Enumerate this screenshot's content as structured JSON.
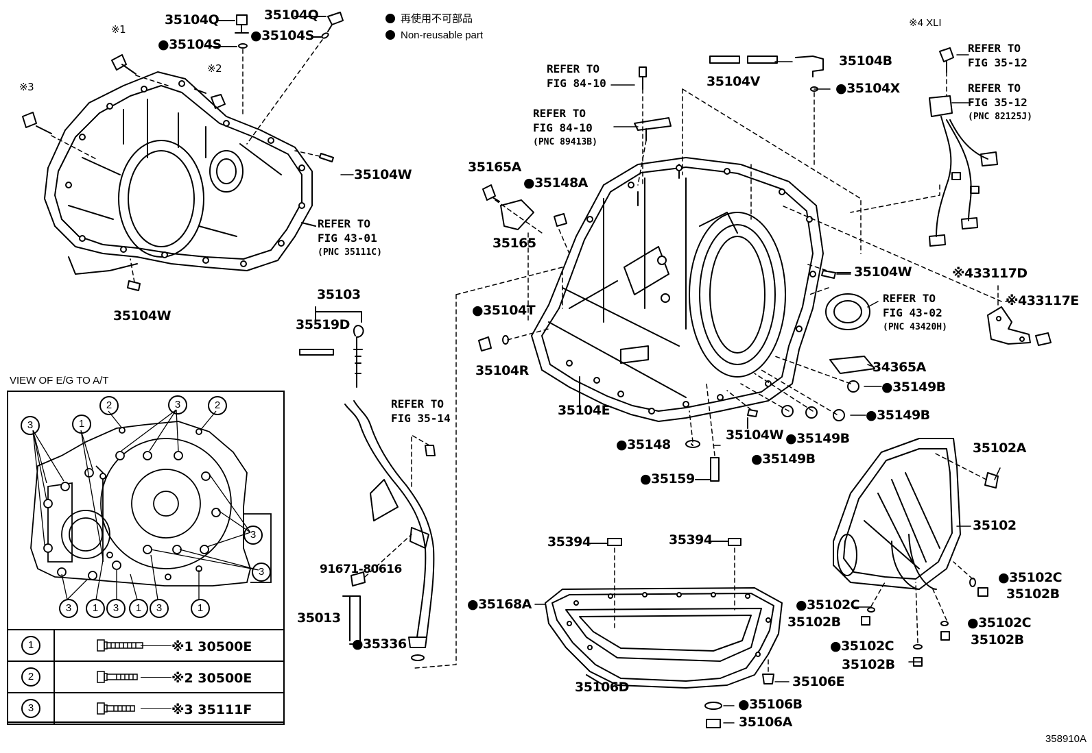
{
  "legend": {
    "jp": "再使用不可部品",
    "en": "Non-reusable part"
  },
  "note_xli": "※4 XLI",
  "view_title": "VIEW OF E/G TO A/T",
  "figure_code": "358910A",
  "refs": {
    "r1": [
      "REFER TO",
      "FIG 43-01",
      "(PNC 35111C)"
    ],
    "r2": [
      "REFER TO",
      "FIG 84-10"
    ],
    "r3": [
      "REFER TO",
      "FIG 84-10",
      "(PNC 89413B)"
    ],
    "r4": [
      "REFER TO",
      "FIG 35-12"
    ],
    "r5": [
      "REFER TO",
      "FIG 35-12",
      "(PNC 82125J)"
    ],
    "r6": [
      "REFER TO",
      "FIG 35-14"
    ],
    "r7": [
      "REFER TO",
      "FIG 43-02",
      "(PNC 43420H)"
    ]
  },
  "parts": {
    "p35104Q_a": "35104Q",
    "p35104Q_b": "35104Q",
    "p35104S_a": "●35104S",
    "p35104S_b": "●35104S",
    "mark1": "※1",
    "mark2": "※2",
    "mark3": "※3",
    "p35104W_a": "35104W",
    "p35104W_b": "35104W",
    "p35104W_c": "35104W",
    "p35104W_d": "35104W",
    "p35104V": "35104V",
    "p35104B": "35104B",
    "p35104X": "●35104X",
    "p35165A": "35165A",
    "p35148A": "●35148A",
    "p35165": "35165",
    "p35103": "35103",
    "p35519D": "35519D",
    "p35104T": "●35104T",
    "p35104R": "35104R",
    "p35104E": "35104E",
    "p35148": "●35148",
    "p35159": "●35159",
    "p33117D": "※433117D",
    "p33117E": "※433117E",
    "p34365A": "34365A",
    "p35149B_a": "●35149B",
    "p35149B_b": "●35149B",
    "p35149B_c": "●35149B",
    "p35149B_d": "●35149B",
    "p35102A": "35102A",
    "p35102": "35102",
    "p35102C_a": "●35102C",
    "p35102C_b": "●35102C",
    "p35102C_c": "●35102C",
    "p35102C_d": "●35102C",
    "p35102B_a": "35102B",
    "p35102B_b": "35102B",
    "p35102B_c": "35102B",
    "p35102B_d": "35102B",
    "p91671": "91671-80616",
    "p35013": "35013",
    "p35336": "●35336",
    "p35394_a": "35394",
    "p35394_b": "35394",
    "p35168A": "●35168A",
    "p35106D": "35106D",
    "p35106E": "35106E",
    "p35106B": "●35106B",
    "p35106A": "35106A"
  },
  "view_circles": {
    "c1": "1",
    "c2": "2",
    "c3": "3"
  },
  "bolt_table": [
    {
      "num": "1",
      "code": "※1 30500E"
    },
    {
      "num": "2",
      "code": "※2 30500E"
    },
    {
      "num": "3",
      "code": "※3 35111F"
    }
  ]
}
